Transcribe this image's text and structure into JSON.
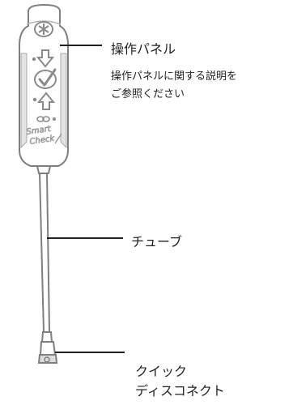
{
  "labels": {
    "control_panel": "操作パネル",
    "control_panel_note_line1": "操作パネルに関する説明を",
    "control_panel_note_line2": "ご参照ください",
    "tube": "チューブ",
    "quick_disconnect_line1": "クイック",
    "quick_disconnect_line2": "ディスコネクト"
  },
  "device": {
    "brand_line1": "Smart",
    "brand_line2": "Check",
    "icons": [
      "power-icon",
      "down-arrow-icon",
      "check-icon",
      "up-arrow-icon",
      "link-icon"
    ]
  },
  "colors": {
    "text": "#231f20",
    "outline": "#7f7f7f",
    "panel_fill": "#ffffff",
    "panel_shade": "#e3e3e3",
    "icon": "#909090"
  }
}
